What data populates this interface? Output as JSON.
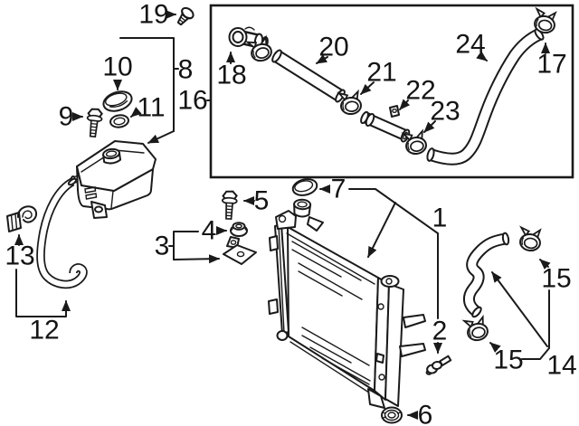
{
  "figure": {
    "kind": "exploded-parts-diagram",
    "background_color": "#ffffff",
    "line_color": "#1a1a1a",
    "callouts": {
      "c1": "1",
      "c2": "2",
      "c3": "3",
      "c4": "4",
      "c5": "5",
      "c6": "6",
      "c7": "7",
      "c8": "8",
      "c9": "9",
      "c10": "10",
      "c11": "11",
      "c12": "12",
      "c13": "13",
      "c14": "14",
      "c15a": "15",
      "c15b": "15",
      "c16": "16",
      "c17": "17",
      "c18": "18",
      "c19": "19",
      "c20": "20",
      "c21": "21",
      "c22": "22",
      "c23": "23",
      "c24": "24"
    }
  }
}
